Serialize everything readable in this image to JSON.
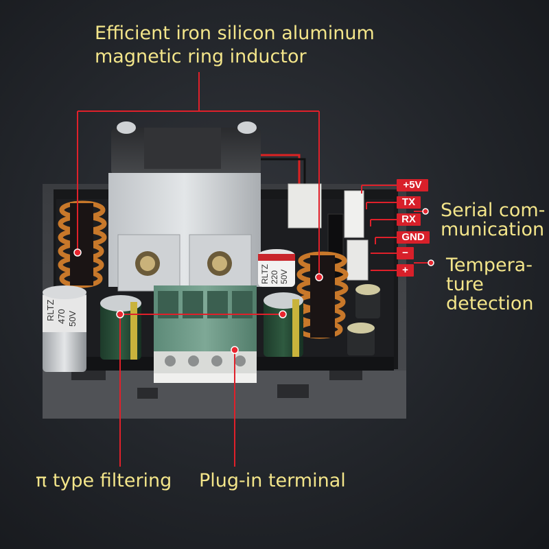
{
  "labels": {
    "inductor_line1": "Efficient iron silicon aluminum",
    "inductor_line2": "magnetic ring inductor",
    "serial_line1": "Serial com-",
    "serial_line2": "munication",
    "temp_line1": "Tempera-",
    "temp_line2": "ture",
    "temp_line3": "detection",
    "pi_filter": "π type filtering",
    "plugin_terminal": "Plug-in terminal"
  },
  "pin_tags": {
    "p5v": "+5V",
    "tx": "TX",
    "rx": "RX",
    "gnd": "GND",
    "minus": "−",
    "plus": "+"
  },
  "capacitors": {
    "left_brand": "RLTZ",
    "left_value": "470",
    "left_volt": "50V",
    "right_brand": "RLTZ",
    "right_value": "220",
    "right_volt": "50V"
  },
  "colors": {
    "label_text": "#f3e58a",
    "callout_line": "#e0202a",
    "tag_bg": "#d8202a"
  }
}
